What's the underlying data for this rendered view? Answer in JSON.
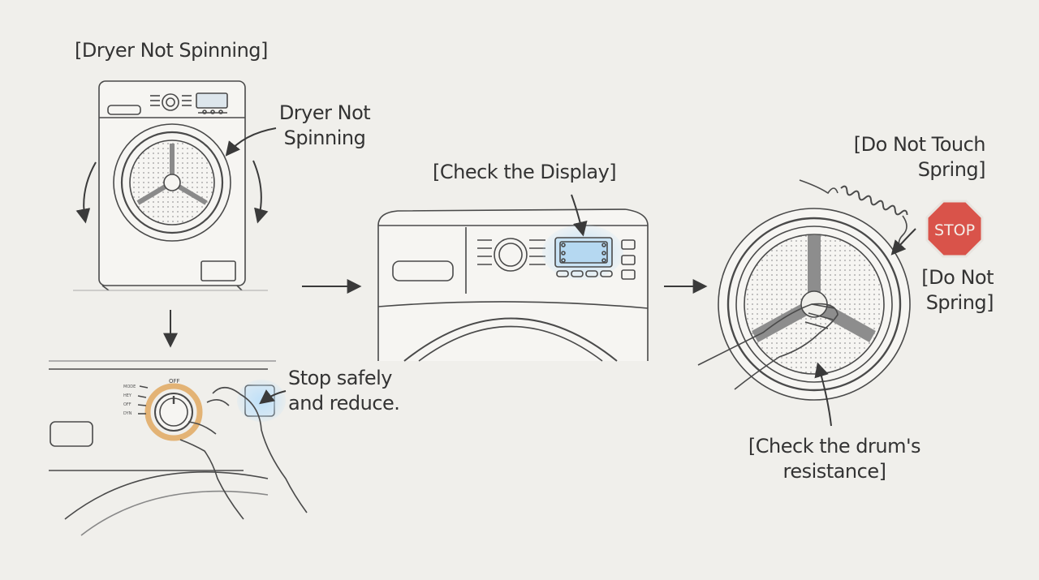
{
  "labels": {
    "dryer_not_spinning_title": "[Dryer Not Spinning]",
    "dryer_not_spinning_callout": "Dryer Not\nSpinning",
    "check_display": "[Check the Display]",
    "stop_safely": "Stop safely\nand reduce.",
    "do_not_touch_spring": "[Do Not Touch\nSpring]",
    "do_not_spring": "[Do Not\nSpring]",
    "check_drum": "[Check the drum's\nresistance]"
  },
  "stop_sign": {
    "text": "STOP",
    "color": "#d9534a"
  },
  "dial_labels": {
    "off": "OFF",
    "left": [
      "MODE",
      "HEY",
      "OFF",
      "DYN"
    ]
  },
  "colors": {
    "ink": "#4a4a4a",
    "display_glow": "#a9d3f2",
    "dial_highlight": "#e0a860"
  }
}
